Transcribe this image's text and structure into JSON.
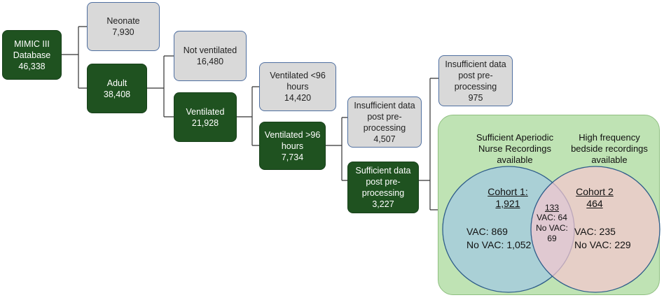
{
  "nodes": {
    "mimic": "MIMIC III\nDatabase\n46,338",
    "neonate": "Neonate\n7,930",
    "adult": "Adult\n38,408",
    "not_ventilated": "Not ventilated\n16,480",
    "ventilated": "Ventilated\n21,928",
    "vent_lt96": "Ventilated <96\nhours\n14,420",
    "vent_gt96": "Ventilated >96\nhours\n7,734",
    "insufficient_1": "Insufficient data\npost pre-\nprocessing\n4,507",
    "sufficient": "Sufficient data\npost pre-\nprocessing\n3,227",
    "insufficient_2": "Insufficient data\npost pre-\nprocessing\n975"
  },
  "venn": {
    "left_heading": "Sufficient Aperiodic\nNurse Recordings\navailable",
    "right_heading": "High frequency\nbedside recordings\navailable",
    "cohort1_title": "Cohort 1:\n1,921",
    "cohort1_stats": "VAC: 869\nNo VAC: 1,052",
    "cohort2_title": "Cohort 2\n464",
    "cohort2_stats": "VAC: 235\nNo VAC: 229",
    "overlap_count": "133",
    "overlap_stats": "VAC: 64\nNo VAC:\n69"
  },
  "colors": {
    "dark_box": "#1f5220",
    "light_box": "#d9d9d9",
    "panel": "#bfe3b4",
    "left_circle": "#a9cfd8",
    "right_circle": "#f6c6cf"
  }
}
